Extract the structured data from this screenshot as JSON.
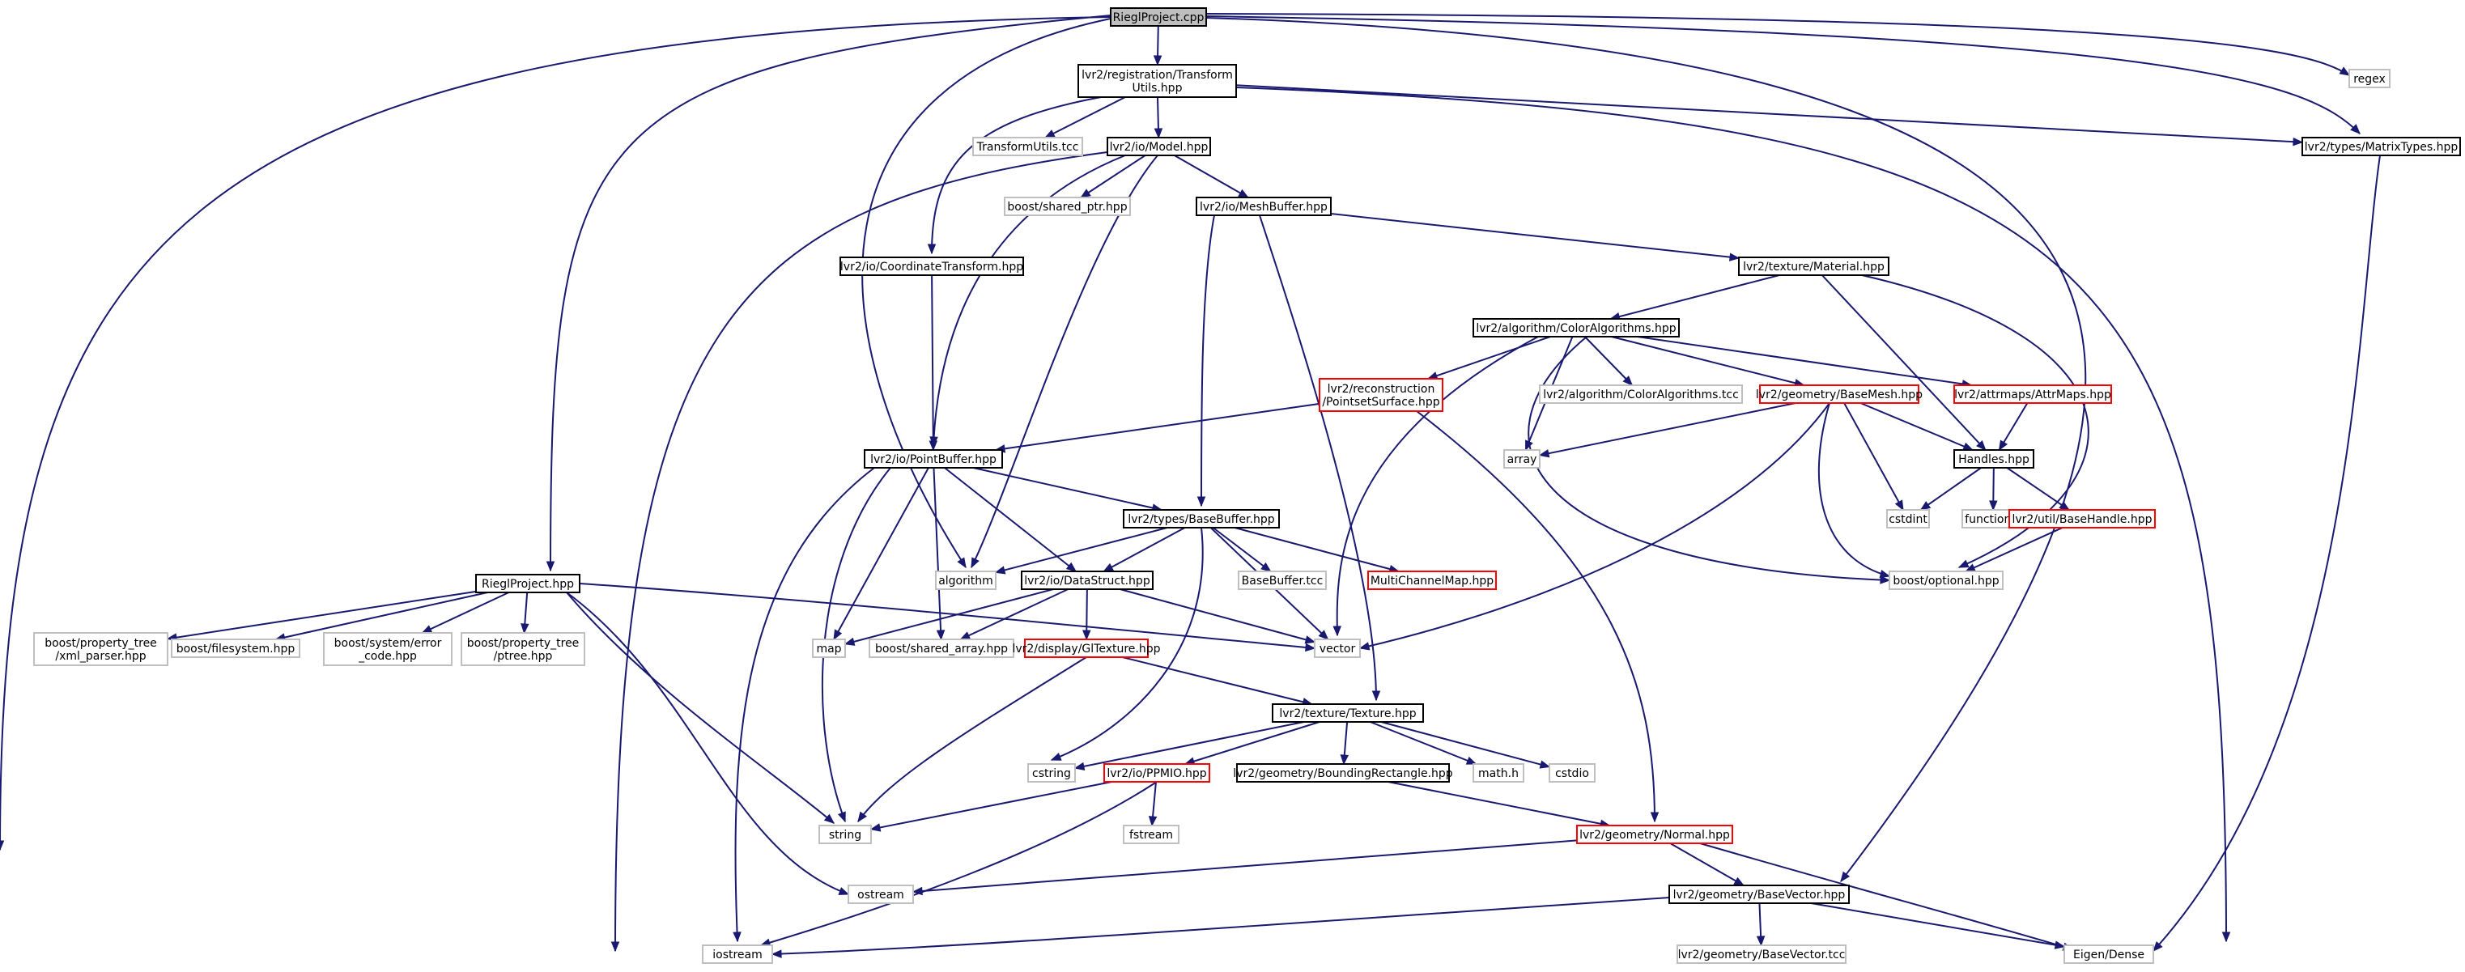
{
  "graph": {
    "colors": {
      "edge": "#191970",
      "documented": "#000000",
      "truncated": "#ff0000",
      "undocumented": "#bfbfbf",
      "root_fill": "#bfbfbf",
      "text": "#000000"
    },
    "nodes": [
      {
        "id": "n0",
        "lines": [
          "RieglProject.cpp"
        ],
        "kind": "root"
      },
      {
        "id": "n1",
        "lines": [
          "lvr2/registration/Transform",
          "Utils.hpp"
        ],
        "kind": "documented"
      },
      {
        "id": "n2",
        "lines": [
          "regex"
        ],
        "kind": "undocumented"
      },
      {
        "id": "n3",
        "lines": [
          "lvr2/types/MatrixTypes.hpp"
        ],
        "kind": "documented"
      },
      {
        "id": "n4",
        "lines": [
          "TransformUtils.tcc"
        ],
        "kind": "undocumented"
      },
      {
        "id": "n5",
        "lines": [
          "lvr2/io/Model.hpp"
        ],
        "kind": "documented"
      },
      {
        "id": "n6",
        "lines": [
          "boost/shared_ptr.hpp"
        ],
        "kind": "undocumented"
      },
      {
        "id": "n7",
        "lines": [
          "lvr2/io/MeshBuffer.hpp"
        ],
        "kind": "documented"
      },
      {
        "id": "n8",
        "lines": [
          "lvr2/io/CoordinateTransform.hpp"
        ],
        "kind": "documented"
      },
      {
        "id": "n9",
        "lines": [
          "lvr2/texture/Material.hpp"
        ],
        "kind": "documented"
      },
      {
        "id": "n10",
        "lines": [
          "lvr2/algorithm/ColorAlgorithms.hpp"
        ],
        "kind": "documented"
      },
      {
        "id": "n11",
        "lines": [
          "lvr2/reconstruction",
          "/PointsetSurface.hpp"
        ],
        "kind": "truncated"
      },
      {
        "id": "n12",
        "lines": [
          "lvr2/algorithm/ColorAlgorithms.tcc"
        ],
        "kind": "undocumented"
      },
      {
        "id": "n13",
        "lines": [
          "lvr2/geometry/BaseMesh.hpp"
        ],
        "kind": "truncated"
      },
      {
        "id": "n14",
        "lines": [
          "lvr2/attrmaps/AttrMaps.hpp"
        ],
        "kind": "truncated"
      },
      {
        "id": "n15",
        "lines": [
          "array"
        ],
        "kind": "undocumented"
      },
      {
        "id": "n16",
        "lines": [
          "Handles.hpp"
        ],
        "kind": "documented"
      },
      {
        "id": "n17",
        "lines": [
          "lvr2/io/PointBuffer.hpp"
        ],
        "kind": "documented"
      },
      {
        "id": "n18",
        "lines": [
          "lvr2/types/BaseBuffer.hpp"
        ],
        "kind": "documented"
      },
      {
        "id": "n19",
        "lines": [
          "cstdint"
        ],
        "kind": "undocumented"
      },
      {
        "id": "n20",
        "lines": [
          "functional"
        ],
        "kind": "undocumented"
      },
      {
        "id": "n21",
        "lines": [
          "lvr2/util/BaseHandle.hpp"
        ],
        "kind": "truncated"
      },
      {
        "id": "n22",
        "lines": [
          "RieglProject.hpp"
        ],
        "kind": "documented"
      },
      {
        "id": "n23",
        "lines": [
          "algorithm"
        ],
        "kind": "undocumented"
      },
      {
        "id": "n24",
        "lines": [
          "lvr2/io/DataStruct.hpp"
        ],
        "kind": "documented"
      },
      {
        "id": "n25",
        "lines": [
          "BaseBuffer.tcc"
        ],
        "kind": "undocumented"
      },
      {
        "id": "n26",
        "lines": [
          "MultiChannelMap.hpp"
        ],
        "kind": "truncated"
      },
      {
        "id": "n27",
        "lines": [
          "boost/optional.hpp"
        ],
        "kind": "undocumented"
      },
      {
        "id": "n28",
        "lines": [
          "boost/property_tree",
          "/xml_parser.hpp"
        ],
        "kind": "undocumented"
      },
      {
        "id": "n29",
        "lines": [
          "boost/filesystem.hpp"
        ],
        "kind": "undocumented"
      },
      {
        "id": "n30",
        "lines": [
          "boost/system/error",
          "_code.hpp"
        ],
        "kind": "undocumented"
      },
      {
        "id": "n31",
        "lines": [
          "boost/property_tree",
          "/ptree.hpp"
        ],
        "kind": "undocumented"
      },
      {
        "id": "n32",
        "lines": [
          "map"
        ],
        "kind": "undocumented"
      },
      {
        "id": "n33",
        "lines": [
          "boost/shared_array.hpp"
        ],
        "kind": "undocumented"
      },
      {
        "id": "n34",
        "lines": [
          "vector"
        ],
        "kind": "undocumented"
      },
      {
        "id": "n35",
        "lines": [
          "lvr2/display/GlTexture.hpp"
        ],
        "kind": "truncated"
      },
      {
        "id": "n36",
        "lines": [
          "lvr2/texture/Texture.hpp"
        ],
        "kind": "documented"
      },
      {
        "id": "n37",
        "lines": [
          "cstring"
        ],
        "kind": "undocumented"
      },
      {
        "id": "n38",
        "lines": [
          "lvr2/io/PPMIO.hpp"
        ],
        "kind": "truncated"
      },
      {
        "id": "n39",
        "lines": [
          "lvr2/geometry/BoundingRectangle.hpp"
        ],
        "kind": "documented"
      },
      {
        "id": "n40",
        "lines": [
          "math.h"
        ],
        "kind": "undocumented"
      },
      {
        "id": "n41",
        "lines": [
          "cstdio"
        ],
        "kind": "undocumented"
      },
      {
        "id": "n42",
        "lines": [
          "string"
        ],
        "kind": "undocumented"
      },
      {
        "id": "n43",
        "lines": [
          "fstream"
        ],
        "kind": "undocumented"
      },
      {
        "id": "n44",
        "lines": [
          "lvr2/geometry/Normal.hpp"
        ],
        "kind": "truncated"
      },
      {
        "id": "n45",
        "lines": [
          "ostream"
        ],
        "kind": "undocumented"
      },
      {
        "id": "n46",
        "lines": [
          "lvr2/geometry/BaseVector.hpp"
        ],
        "kind": "documented"
      },
      {
        "id": "n47",
        "lines": [
          "iostream"
        ],
        "kind": "undocumented"
      },
      {
        "id": "n48",
        "lines": [
          "lvr2/geometry/BaseVector.tcc"
        ],
        "kind": "undocumented"
      },
      {
        "id": "n49",
        "lines": [
          "Eigen/Dense"
        ],
        "kind": "undocumented"
      }
    ],
    "edges": [
      [
        "n0",
        "n1"
      ],
      [
        "n0",
        "n2"
      ],
      [
        "n0",
        "n3"
      ],
      [
        "n0",
        "n22"
      ],
      [
        "n0",
        "n23"
      ],
      [
        "n0",
        "n46"
      ],
      [
        "n0",
        "n47"
      ],
      [
        "n1",
        "n4"
      ],
      [
        "n1",
        "n5"
      ],
      [
        "n1",
        "n8"
      ],
      [
        "n1",
        "n3"
      ],
      [
        "n1",
        "n49"
      ],
      [
        "n3",
        "n49"
      ],
      [
        "n5",
        "n6"
      ],
      [
        "n5",
        "n7"
      ],
      [
        "n5",
        "n17"
      ],
      [
        "n5",
        "n47"
      ],
      [
        "n5",
        "n23"
      ],
      [
        "n7",
        "n9"
      ],
      [
        "n7",
        "n18"
      ],
      [
        "n7",
        "n36"
      ],
      [
        "n8",
        "n17"
      ],
      [
        "n9",
        "n10"
      ],
      [
        "n9",
        "n16"
      ],
      [
        "n9",
        "n27"
      ],
      [
        "n10",
        "n11"
      ],
      [
        "n10",
        "n12"
      ],
      [
        "n10",
        "n13"
      ],
      [
        "n10",
        "n14"
      ],
      [
        "n10",
        "n15"
      ],
      [
        "n10",
        "n34"
      ],
      [
        "n10",
        "n27"
      ],
      [
        "n11",
        "n17"
      ],
      [
        "n11",
        "n44"
      ],
      [
        "n13",
        "n15"
      ],
      [
        "n13",
        "n16"
      ],
      [
        "n13",
        "n19"
      ],
      [
        "n13",
        "n27"
      ],
      [
        "n13",
        "n34"
      ],
      [
        "n14",
        "n16"
      ],
      [
        "n16",
        "n19"
      ],
      [
        "n16",
        "n20"
      ],
      [
        "n16",
        "n21"
      ],
      [
        "n21",
        "n27"
      ],
      [
        "n17",
        "n18"
      ],
      [
        "n17",
        "n24"
      ],
      [
        "n17",
        "n32"
      ],
      [
        "n17",
        "n33"
      ],
      [
        "n17",
        "n42"
      ],
      [
        "n17",
        "n47"
      ],
      [
        "n18",
        "n23"
      ],
      [
        "n18",
        "n24"
      ],
      [
        "n18",
        "n25"
      ],
      [
        "n18",
        "n26"
      ],
      [
        "n18",
        "n34"
      ],
      [
        "n18",
        "n37"
      ],
      [
        "n22",
        "n28"
      ],
      [
        "n22",
        "n29"
      ],
      [
        "n22",
        "n30"
      ],
      [
        "n22",
        "n31"
      ],
      [
        "n22",
        "n34"
      ],
      [
        "n22",
        "n42"
      ],
      [
        "n22",
        "n45"
      ],
      [
        "n24",
        "n32"
      ],
      [
        "n24",
        "n33"
      ],
      [
        "n24",
        "n34"
      ],
      [
        "n24",
        "n35"
      ],
      [
        "n35",
        "n36"
      ],
      [
        "n35",
        "n42"
      ],
      [
        "n36",
        "n37"
      ],
      [
        "n36",
        "n38"
      ],
      [
        "n36",
        "n39"
      ],
      [
        "n36",
        "n40"
      ],
      [
        "n36",
        "n41"
      ],
      [
        "n38",
        "n42"
      ],
      [
        "n38",
        "n43"
      ],
      [
        "n38",
        "n47"
      ],
      [
        "n39",
        "n44"
      ],
      [
        "n44",
        "n45"
      ],
      [
        "n44",
        "n46"
      ],
      [
        "n44",
        "n49"
      ],
      [
        "n46",
        "n47"
      ],
      [
        "n46",
        "n48"
      ],
      [
        "n46",
        "n49"
      ]
    ]
  }
}
